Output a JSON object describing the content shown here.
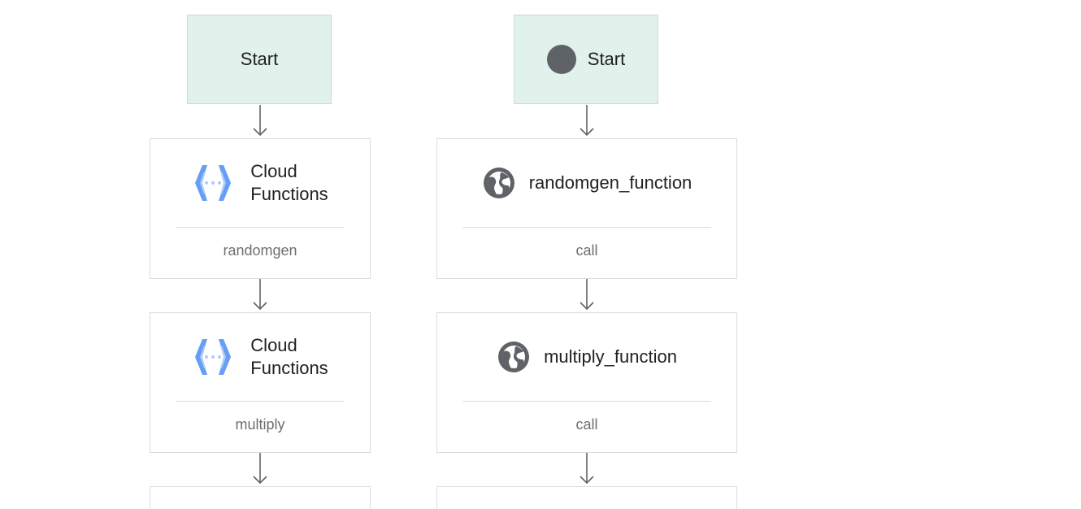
{
  "left_flow": {
    "start_label": "Start",
    "steps": [
      {
        "title_line1": "Cloud",
        "title_line2": "Functions",
        "subtitle": "randomgen",
        "icon": "cloud-functions-icon"
      },
      {
        "title_line1": "Cloud",
        "title_line2": "Functions",
        "subtitle": "multiply",
        "icon": "cloud-functions-icon"
      }
    ]
  },
  "right_flow": {
    "start_label": "Start",
    "steps": [
      {
        "title": "randomgen_function",
        "subtitle": "call",
        "icon": "globe-icon"
      },
      {
        "title": "multiply_function",
        "subtitle": "call",
        "icon": "globe-icon"
      }
    ]
  },
  "colors": {
    "start_fill": "#e1f2ec",
    "border": "#dadce0",
    "text": "#202124",
    "subtext": "#6b6f73",
    "icon_gray": "#5f6368",
    "cloud_functions_blue": "#669df6"
  }
}
